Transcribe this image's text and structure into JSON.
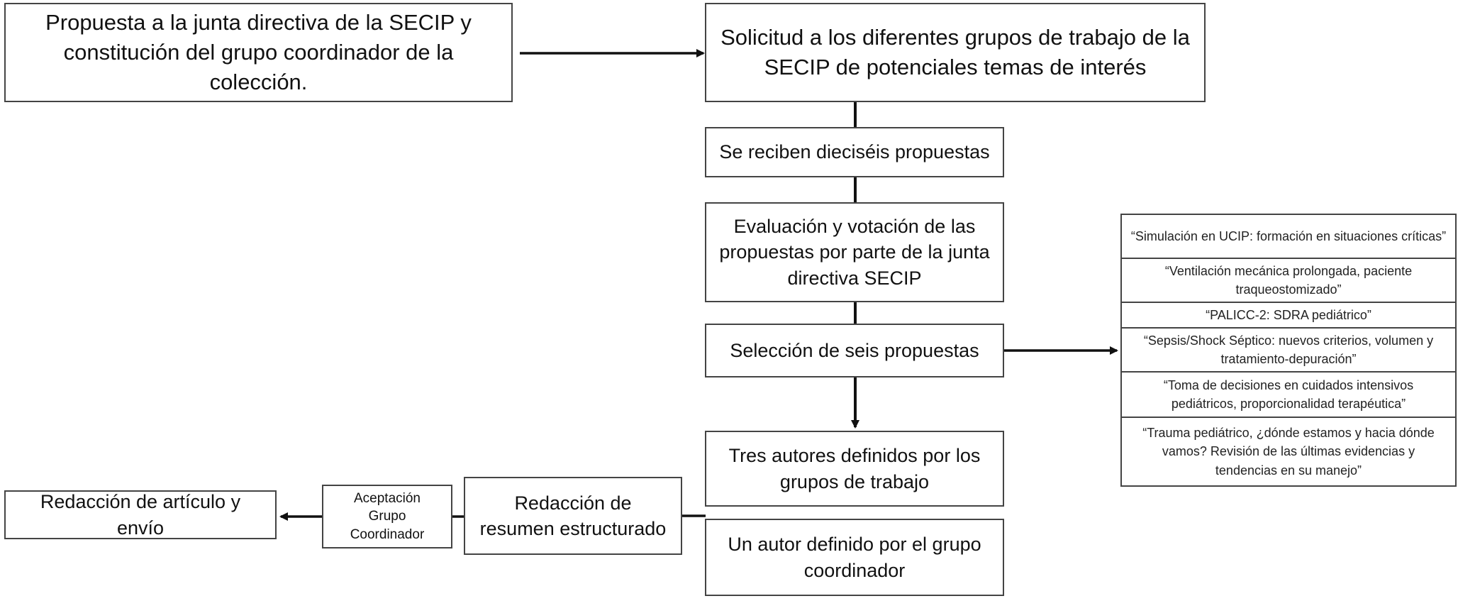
{
  "boxes": {
    "propuesta": "Propuesta a la junta directiva de la SECIP y constitución del grupo coordinador de la colección.",
    "solicitud": "Solicitud a los diferentes grupos de trabajo de la SECIP de potenciales temas de interés",
    "reciben": "Se reciben dieciséis propuestas",
    "evaluacion": "Evaluación y votación de las propuestas por parte de la junta directiva SECIP",
    "seleccion": "Selección de seis propuestas",
    "tres_autores": "Tres autores definidos por los grupos de trabajo",
    "un_autor": "Un autor definido por el grupo coordinador",
    "redaccion_resumen": "Redacción de resumen estructurado",
    "aceptacion": "Aceptación Grupo Coordinador",
    "redaccion_articulo": "Redacción de artículo y envío"
  },
  "temas": [
    "“Simulación en UCIP: formación en situaciones críticas”",
    "“Ventilación mecánica prolongada, paciente traqueostomizado”",
    "“PALICC-2: SDRA pediátrico”",
    "“Sepsis/Shock Séptico: nuevos criterios, volumen y tratamiento-depuración”",
    "“Toma de decisiones en cuidados intensivos pediátricos, proporcionalidad terapéutica”",
    "“Trauma pediátrico, ¿dónde estamos y hacia dónde vamos? Revisión de las últimas evidencias y tendencias en su manejo”"
  ]
}
